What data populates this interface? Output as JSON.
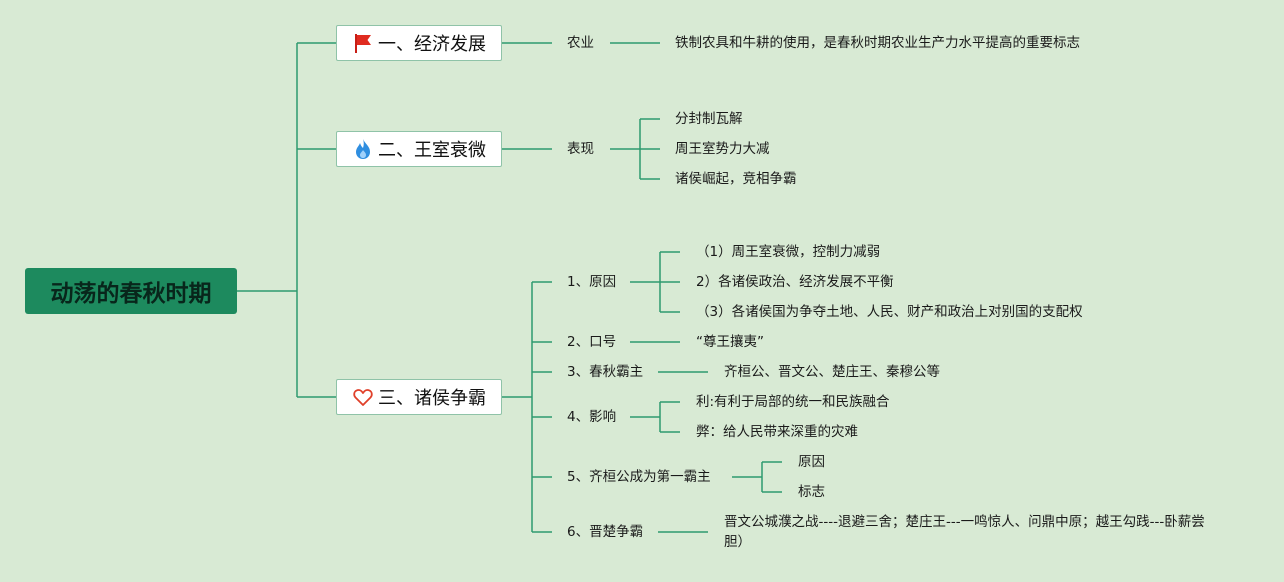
{
  "root": {
    "title": "动荡的春秋时期"
  },
  "topics": [
    {
      "label": "一、经济发展",
      "icon": "red-flag-icon",
      "subtopics": [
        {
          "label": "农业",
          "children": [
            "铁制农具和牛耕的使用，是春秋时期农业生产力水平提高的重要标志"
          ]
        }
      ]
    },
    {
      "label": "二、王室衰微",
      "icon": "blue-flame-icon",
      "subtopics": [
        {
          "label": "表现",
          "children": [
            "分封制瓦解",
            "周王室势力大减",
            "诸侯崛起，竞相争霸"
          ]
        }
      ]
    },
    {
      "label": "三、诸侯争霸",
      "icon": "heart-icon",
      "subtopics": [
        {
          "label": "1、原因",
          "children": [
            "（1）周王室衰微，控制力减弱",
            "2）各诸侯政治、经济发展不平衡",
            "（3）各诸侯国为争夺土地、人民、财产和政治上对别国的支配权"
          ]
        },
        {
          "label": "2、口号",
          "children": [
            "“尊王攘夷”"
          ]
        },
        {
          "label": "3、春秋霸主",
          "children": [
            "齐桓公、晋文公、楚庄王、秦穆公等"
          ]
        },
        {
          "label": "4、影响",
          "children": [
            "利:有利于局部的统一和民族融合",
            "弊：给人民带来深重的灾难"
          ]
        },
        {
          "label": "5、齐桓公成为第一霸主",
          "children": [
            "原因",
            "标志"
          ]
        },
        {
          "label": "6、晋楚争霸",
          "children": [
            "晋文公城濮之战----退避三舍；楚庄王---一鸣惊人、问鼎中原；越王勾践---卧薪尝胆）"
          ]
        }
      ]
    }
  ],
  "colors": {
    "background": "#d8ead4",
    "root_fill": "#1d8a5e",
    "connector": "#2e9a6e",
    "flag": "#e02b20",
    "flame": "#2f8ee0",
    "heart": "#e0402a"
  }
}
